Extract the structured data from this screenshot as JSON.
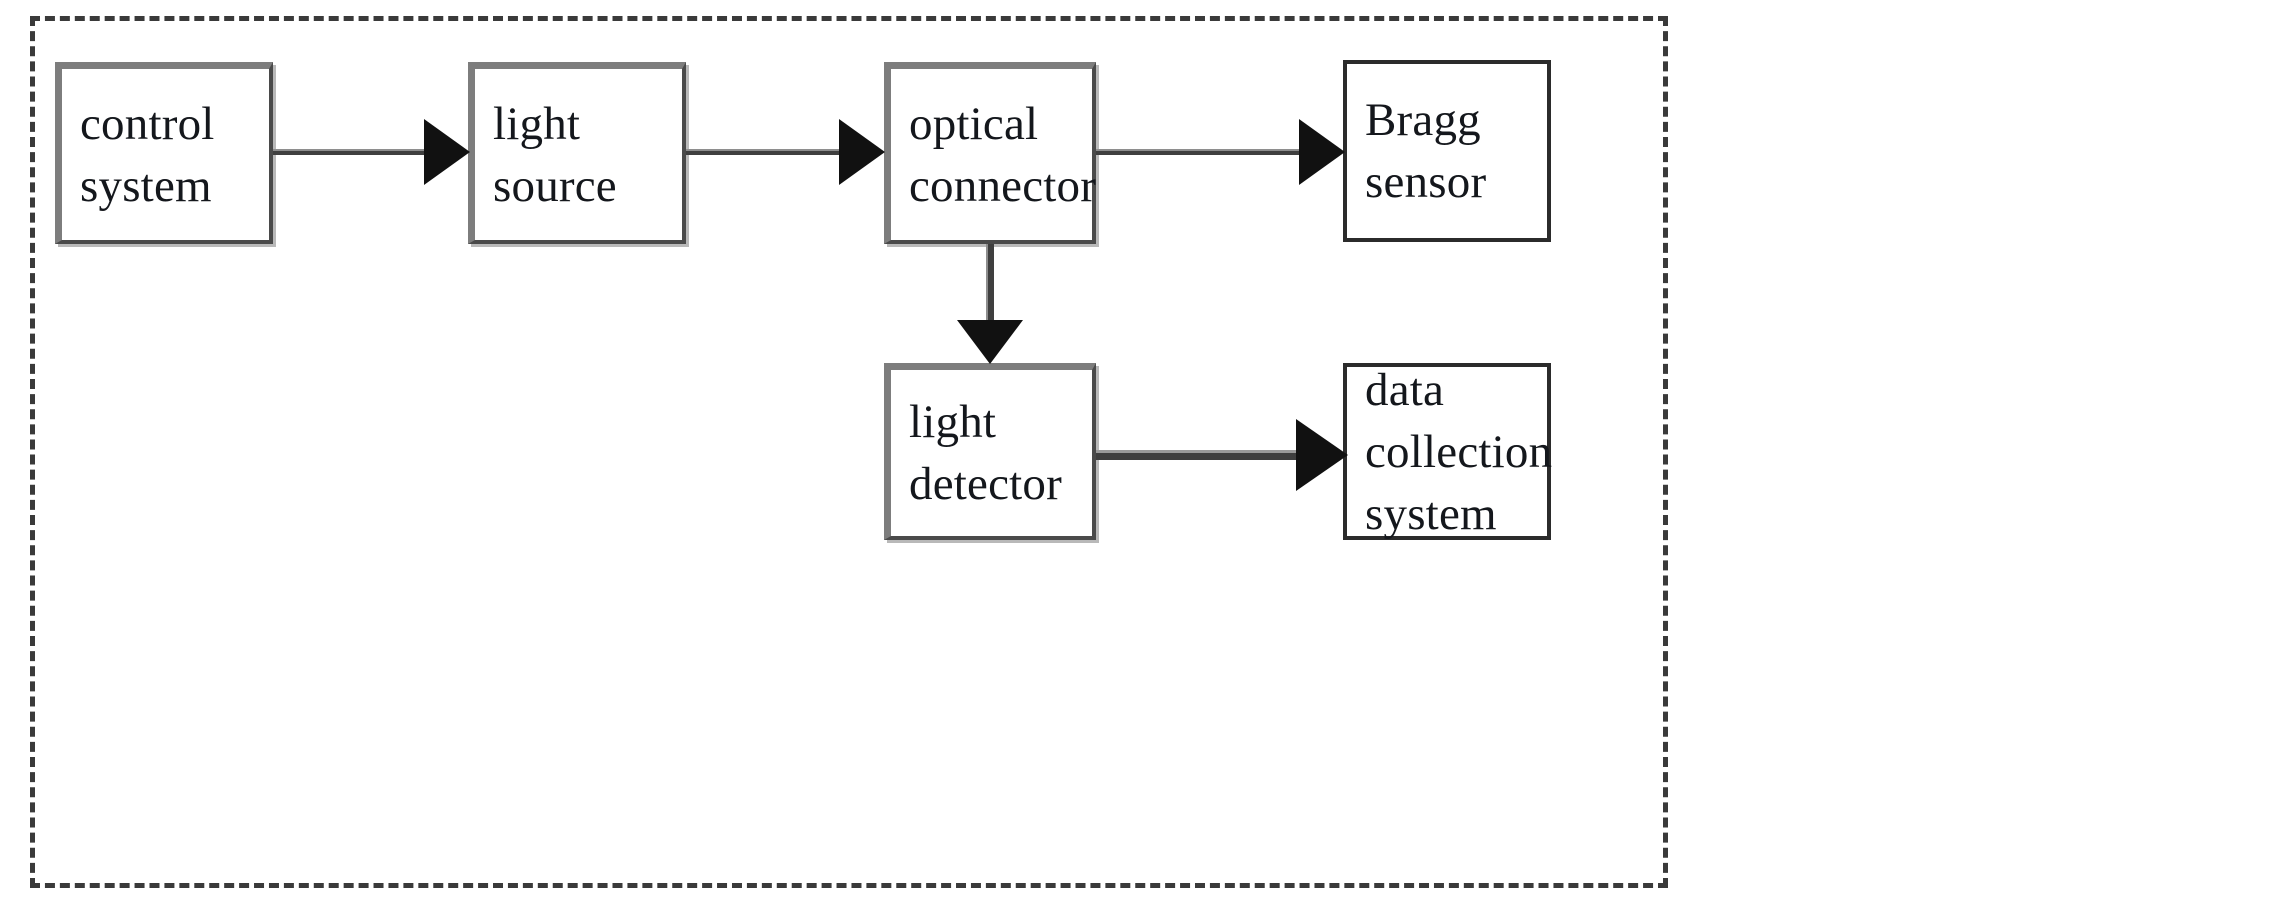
{
  "diagram": {
    "title": "fiber Bragg grating sensing system block diagram",
    "enclosure": {
      "name": "interrogator-boundary",
      "style": "dashed",
      "color": "#3a3a3a"
    },
    "colors": {
      "box_fill": "#ffffff",
      "box_shade_border": "#7d7d7d",
      "box_plain_border": "#2b2b2b",
      "connector": "#3f3f3f",
      "arrowhead": "#111111",
      "text": "#14171c"
    },
    "blocks": [
      {
        "id": "control-system",
        "lines": [
          "control",
          "system"
        ],
        "line1": "control",
        "line2": "system",
        "style": "shaded",
        "inside_enclosure": true
      },
      {
        "id": "light-source",
        "lines": [
          "light",
          "source"
        ],
        "line1": "light",
        "line2": "source",
        "style": "shaded",
        "inside_enclosure": true
      },
      {
        "id": "optical-connector",
        "lines": [
          "optical",
          "connector"
        ],
        "line1": "optical",
        "line2": "connector",
        "style": "shaded",
        "inside_enclosure": true
      },
      {
        "id": "bragg-sensor",
        "lines": [
          "Bragg",
          "sensor"
        ],
        "line1": "Bragg",
        "line2": "sensor",
        "style": "plain",
        "inside_enclosure": false
      },
      {
        "id": "light-detector",
        "lines": [
          "light",
          "detector"
        ],
        "line1": "light",
        "line2": "detector",
        "style": "shaded",
        "inside_enclosure": true
      },
      {
        "id": "data-collection-system",
        "lines": [
          "data",
          "collection",
          "system"
        ],
        "line1": "data",
        "line2": "collection",
        "line3": "system",
        "style": "plain",
        "inside_enclosure": false
      }
    ],
    "connections": [
      {
        "id": "c1",
        "from": "control-system",
        "to": "light-source",
        "direction": "right",
        "weight": "normal"
      },
      {
        "id": "c2",
        "from": "light-source",
        "to": "optical-connector",
        "direction": "right",
        "weight": "normal"
      },
      {
        "id": "c3",
        "from": "optical-connector",
        "to": "bragg-sensor",
        "direction": "right",
        "weight": "normal"
      },
      {
        "id": "c4",
        "from": "optical-connector",
        "to": "light-detector",
        "direction": "down",
        "weight": "normal"
      },
      {
        "id": "c5",
        "from": "light-detector",
        "to": "data-collection-system",
        "direction": "right",
        "weight": "thick"
      }
    ]
  }
}
